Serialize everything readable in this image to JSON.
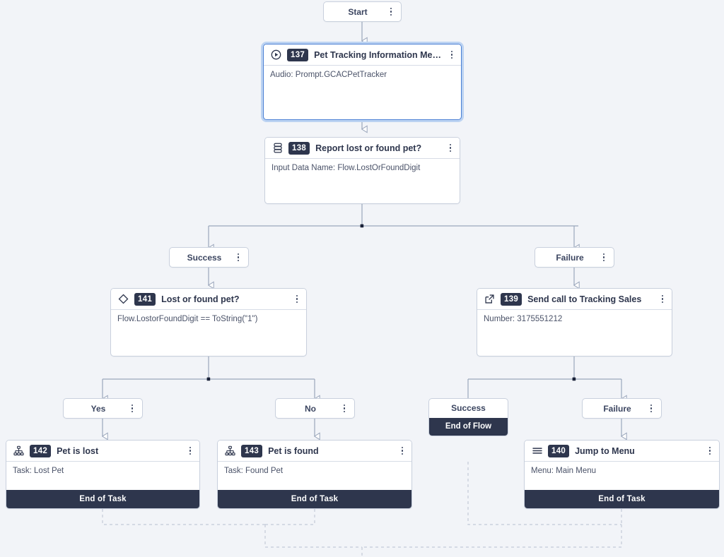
{
  "canvas": {
    "background": "#f2f4f8",
    "wire_color": "#9aa6bb",
    "dashed_color": "#c3cad8",
    "accent_selected": "#4a7fd4",
    "badge_bg": "#2e364d"
  },
  "nodes": {
    "start": {
      "label": "Start"
    },
    "n137": {
      "badge": "137",
      "title": "Pet Tracking Information Mes…",
      "body": "Audio: Prompt.GCACPetTracker",
      "icon": "play-circle-icon",
      "selected": true
    },
    "n138": {
      "badge": "138",
      "title": "Report lost or found pet?",
      "body": "Input Data Name: Flow.LostOrFoundDigit",
      "icon": "database-icon"
    },
    "n141": {
      "badge": "141",
      "title": "Lost or found pet?",
      "body": "Flow.LostorFoundDigit == ToString(\"1\")",
      "icon": "diamond-icon"
    },
    "n139": {
      "badge": "139",
      "title": "Send call to Tracking Sales",
      "body": "Number: 3175551212",
      "icon": "external-link-icon"
    },
    "n142": {
      "badge": "142",
      "title": "Pet is lost",
      "body": "Task: Lost Pet",
      "icon": "sitemap-icon",
      "end_label": "End of Task"
    },
    "n143": {
      "badge": "143",
      "title": "Pet is found",
      "body": "Task: Found Pet",
      "icon": "sitemap-icon",
      "end_label": "End of Task"
    },
    "n140": {
      "badge": "140",
      "title": "Jump to Menu",
      "body": "Menu: Main Menu",
      "icon": "hamburger-icon",
      "end_label": "End of Task"
    }
  },
  "branches": {
    "success_138": "Success",
    "failure_138": "Failure",
    "yes_141": "Yes",
    "no_141": "No",
    "success_139": "Success",
    "success_139_end": "End of Flow",
    "failure_139": "Failure"
  }
}
